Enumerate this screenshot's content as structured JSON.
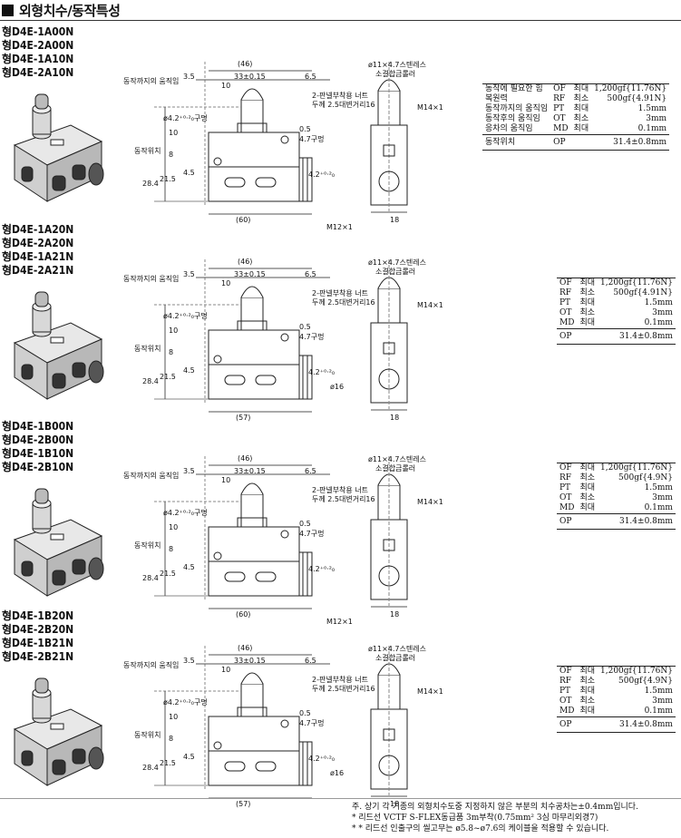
{
  "header": {
    "title": "외형치수/동작특성"
  },
  "sections": [
    {
      "models": [
        "형D4E-1A00N",
        "형D4E-2A00N",
        "형D4E-1A10N",
        "형D4E-2A10N"
      ],
      "labels": {
        "stroke": "동작까지의 움직임",
        "op_pos": "동작위치",
        "panel": "2-판넬부착용 너트",
        "panel2": "두께 2.5대변거리16",
        "screw": "ø11×4.7스텐레스",
        "screw2": "소결합금롤러",
        "m14": "M14×1",
        "m12": "M12×1",
        "hole": "ø4.2⁺⁰·²₀구멍",
        "hole2": "4.7구멍",
        "hole3": "4.2⁺⁰·²₀",
        "d46": "(46)",
        "d33": "33±0.15",
        "d35": "3.5",
        "d65": "6.5",
        "d10": "10",
        "d10b": "10",
        "d8": "8",
        "d45": "4.5",
        "d215": "21.5",
        "d284": "28.4",
        "d05": "0.5",
        "dbot": "(60)",
        "d18": "18",
        "d16": ""
      },
      "spec_rows": [
        {
          "name": "동작에 필요한 힘",
          "code": "OF",
          "kind": "최대",
          "value": "1,200gf{11.76N}"
        },
        {
          "name": "복원력",
          "code": "RF",
          "kind": "최소",
          "value": "500gf{4.91N}"
        },
        {
          "name": "동작까지의 움직임",
          "code": "PT",
          "kind": "최대",
          "value": "1.5mm"
        },
        {
          "name": "동작후의 움직임",
          "code": "OT",
          "kind": "최소",
          "value": "3mm"
        },
        {
          "name": "응차의 움직임",
          "code": "MD",
          "kind": "최대",
          "value": "0.1mm"
        }
      ],
      "op_row": {
        "name": "동작위치",
        "code": "OP",
        "value": "31.4±0.8mm"
      }
    },
    {
      "models": [
        "형D4E-1A20N",
        "형D4E-2A20N",
        "형D4E-1A21N",
        "형D4E-2A21N"
      ],
      "labels": {
        "stroke": "동작까지의 움직임",
        "op_pos": "동작위치",
        "panel": "2-판넬부착용 너트",
        "panel2": "두께 2.5대변거리16",
        "screw": "ø11×4.7스텐레스",
        "screw2": "소결합금롤러",
        "m14": "M14×1",
        "m12": "",
        "hole": "ø4.2⁺⁰·²₀구멍",
        "hole2": "4.7구멍",
        "hole3": "4.2⁺⁰·²₀",
        "d46": "(46)",
        "d33": "33±0.15",
        "d35": "3.5",
        "d65": "6.5",
        "d10": "10",
        "d10b": "10",
        "d8": "8",
        "d45": "4.5",
        "d215": "21.5",
        "d284": "28.4",
        "d05": "0.5",
        "dbot": "(57)",
        "d18": "18",
        "d16": "ø16"
      },
      "spec_rows": [
        {
          "name": "",
          "code": "OF",
          "kind": "최대",
          "value": "1,200gf{11.76N}"
        },
        {
          "name": "",
          "code": "RF",
          "kind": "최소",
          "value": "500gf{4.91N}"
        },
        {
          "name": "",
          "code": "PT",
          "kind": "최대",
          "value": "1.5mm"
        },
        {
          "name": "",
          "code": "OT",
          "kind": "최소",
          "value": "3mm"
        },
        {
          "name": "",
          "code": "MD",
          "kind": "최대",
          "value": "0.1mm"
        }
      ],
      "op_row": {
        "name": "",
        "code": "OP",
        "value": "31.4±0.8mm"
      }
    },
    {
      "models": [
        "형D4E-1B00N",
        "형D4E-2B00N",
        "형D4E-1B10N",
        "형D4E-2B10N"
      ],
      "labels": {
        "stroke": "동작까지의 움직임",
        "op_pos": "동작위치",
        "panel": "2-판넬부착용 너트",
        "panel2": "두께 2.5대변거리16",
        "screw": "ø11×4.7스텐레스",
        "screw2": "소결합금롤러",
        "m14": "M14×1",
        "m12": "M12×1",
        "hole": "ø4.2⁺⁰·²₀구멍",
        "hole2": "4.7구멍",
        "hole3": "4.2⁺⁰·²₀",
        "d46": "(46)",
        "d33": "33±0.15",
        "d35": "3.5",
        "d65": "6.5",
        "d10": "10",
        "d10b": "10",
        "d8": "8",
        "d45": "4.5",
        "d215": "21.5",
        "d284": "28.4",
        "d05": "0.5",
        "dbot": "(60)",
        "d18": "18",
        "d16": ""
      },
      "spec_rows": [
        {
          "name": "",
          "code": "OF",
          "kind": "최대",
          "value": "1,200gf{11.76N}"
        },
        {
          "name": "",
          "code": "RF",
          "kind": "최소",
          "value": "500gf{4.9N}"
        },
        {
          "name": "",
          "code": "PT",
          "kind": "최대",
          "value": "1.5mm"
        },
        {
          "name": "",
          "code": "OT",
          "kind": "최소",
          "value": "3mm"
        },
        {
          "name": "",
          "code": "MD",
          "kind": "최대",
          "value": "0.1mm"
        }
      ],
      "op_row": {
        "name": "",
        "code": "OP",
        "value": "31.4±0.8mm"
      }
    },
    {
      "models": [
        "형D4E-1B20N",
        "형D4E-2B20N",
        "형D4E-1B21N",
        "형D4E-2B21N"
      ],
      "labels": {
        "stroke": "동작까지의 움직임",
        "op_pos": "동작위치",
        "panel": "2-판넬부착용 너트",
        "panel2": "두께 2.5대변거리16",
        "screw": "ø11×4.7스텐레스",
        "screw2": "소결합금롤러",
        "m14": "M14×1",
        "m12": "",
        "hole": "ø4.2⁺⁰·²₀구멍",
        "hole2": "4.7구멍",
        "hole3": "4.2⁺⁰·²₀",
        "d46": "(46)",
        "d33": "33±0.15",
        "d35": "3.5",
        "d65": "6.5",
        "d10": "10",
        "d10b": "10",
        "d8": "8",
        "d45": "4.5",
        "d215": "21.5",
        "d284": "28.4",
        "d05": "0.5",
        "dbot": "(57)",
        "d18": "18",
        "d16": "ø16"
      },
      "spec_rows": [
        {
          "name": "",
          "code": "OF",
          "kind": "최대",
          "value": "1,200gf{11.76N}"
        },
        {
          "name": "",
          "code": "RF",
          "kind": "최소",
          "value": "500gf{4.9N}"
        },
        {
          "name": "",
          "code": "PT",
          "kind": "최대",
          "value": "1.5mm"
        },
        {
          "name": "",
          "code": "OT",
          "kind": "최소",
          "value": "3mm"
        },
        {
          "name": "",
          "code": "MD",
          "kind": "최대",
          "value": "0.1mm"
        }
      ],
      "op_row": {
        "name": "",
        "code": "OP",
        "value": "31.4±0.8mm"
      }
    }
  ],
  "notes": [
    "주. 상기 각 기종의 외형치수도중 지정하지 않은 부분의 치수공차는±0.4mm입니다.",
    "* 리드선 VCTF S-FLEX동급품 3m부착(0.75mm² 3심 마무리외경7)",
    "* * 리드선 인출구의 씰고무는 ø5.8~ø7.6의 케이블을 적용할 수 있습니다."
  ]
}
